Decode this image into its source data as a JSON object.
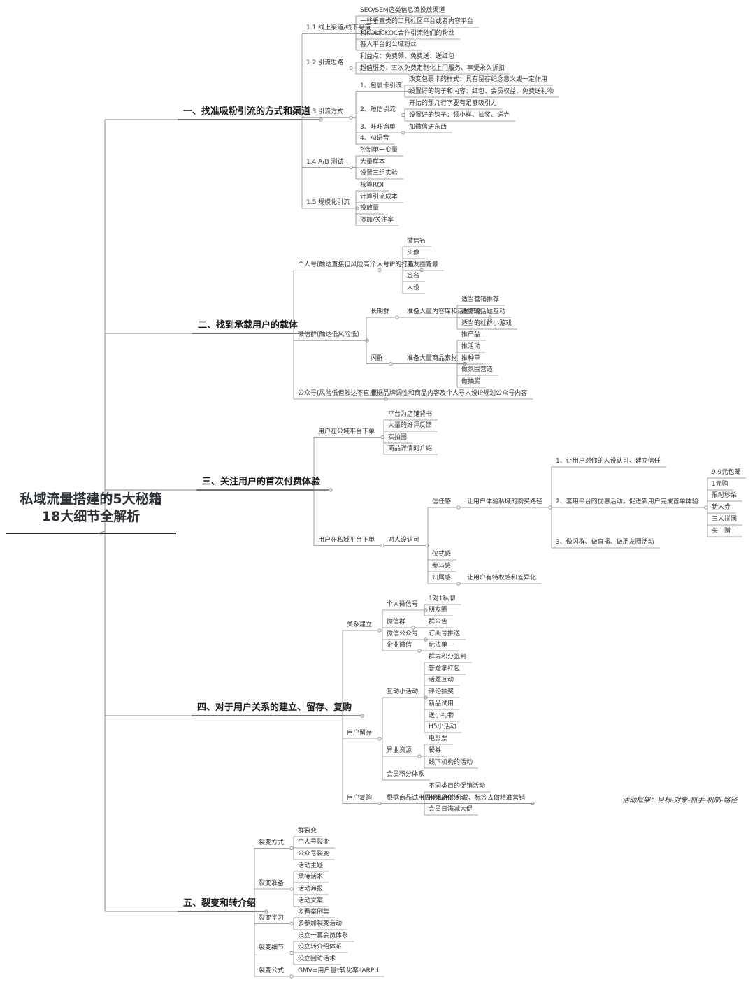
{
  "root": {
    "line1": "私域流量搭建的5大秘籍",
    "line2": "18大细节全解析"
  },
  "colors": {
    "line": "#8a8a8a",
    "underline": "#444444",
    "root_underline": "#2b2f36",
    "text": "#333333"
  },
  "note": "活动框架：目标-对象-抓手-机制-路径",
  "sections": [
    {
      "label": "一、找准吸粉引流的方式和渠道",
      "children": [
        {
          "label": "1.1 线上渠道/线下渠道",
          "children": [
            {
              "label": "SEO/SEM这类信息流投放渠道"
            },
            {
              "label": "一些垂直类的工具社区平台或者内容平台"
            },
            {
              "label": "和KOL和KOC合作引流他们的粉丝"
            },
            {
              "label": "各大平台的公域粉丝"
            }
          ]
        },
        {
          "label": "1.2 引流思路",
          "children": [
            {
              "label": "利益点：免费领、免费送、送红包"
            },
            {
              "label": "超值服务：五次免费定制化上门服务、享受永久折扣"
            }
          ]
        },
        {
          "label": "1.3 引流方式",
          "children": [
            {
              "label": "1、包裹卡引流",
              "children": [
                {
                  "label": "改变包裹卡的样式：具有留存纪念意义或一定作用"
                },
                {
                  "label": "设置好的钩子和内容：红包、会员权益、免费送礼物"
                }
              ]
            },
            {
              "label": "2、短信引流",
              "children": [
                {
                  "label": "开始的那几行字要有足够吸引力"
                },
                {
                  "label": "设置好的钩子：领小样、抽奖、送券"
                }
              ]
            },
            {
              "label": "3、旺旺询单",
              "children": [
                {
                  "label": "加微信送东西"
                }
              ]
            },
            {
              "label": "4、AI语音"
            }
          ]
        },
        {
          "label": "1.4 A/B 测试",
          "children": [
            {
              "label": "控制单一变量"
            },
            {
              "label": "大量样本"
            },
            {
              "label": "设置三组实验"
            }
          ]
        },
        {
          "label": "1.5 规模化引流",
          "children": [
            {
              "label": "核算ROI"
            },
            {
              "label": "计算引流成本"
            },
            {
              "label": "投放量"
            },
            {
              "label": "添加/关注率"
            }
          ]
        }
      ]
    },
    {
      "label": "二、找到承载用户的载体",
      "children": [
        {
          "label": "个人号(触达直接但风险高)",
          "children": [
            {
              "label": "个人号IP的打造",
              "children": [
                {
                  "label": "微信名"
                },
                {
                  "label": "头像"
                },
                {
                  "label": "朋友圈背景"
                },
                {
                  "label": "签名"
                },
                {
                  "label": "人设"
                }
              ]
            }
          ]
        },
        {
          "label": "微信群(触达低风险低)",
          "children": [
            {
              "label": "长期群",
              "children": [
                {
                  "label": "准备大量内容库和话题策划",
                  "children": [
                    {
                      "label": "适当营销推荐"
                    },
                    {
                      "label": "适当的话题互动"
                    },
                    {
                      "label": "适当的社群小游戏"
                    }
                  ]
                }
              ]
            },
            {
              "label": "闪群",
              "children": [
                {
                  "label": "准备大量商品素材",
                  "children": [
                    {
                      "label": "推产品"
                    },
                    {
                      "label": "推活动"
                    },
                    {
                      "label": "推种草"
                    },
                    {
                      "label": "做氛围营造"
                    },
                    {
                      "label": "做抽奖"
                    }
                  ]
                }
              ]
            }
          ]
        },
        {
          "label": "公众号(风险低但触达不直接)",
          "children": [
            {
              "label": "根据品牌调性和商品内容及个人号人设IP规划公众号内容"
            }
          ]
        }
      ]
    },
    {
      "label": "三、关注用户的首次付费体验",
      "children": [
        {
          "label": "用户在公域平台下单",
          "children": [
            {
              "label": "平台为店铺背书"
            },
            {
              "label": "大量的好评反馈"
            },
            {
              "label": "实拍图"
            },
            {
              "label": "商品详情的介绍"
            }
          ]
        },
        {
          "label": "用户在私域平台下单",
          "children": [
            {
              "label": "对人设认可",
              "children": [
                {
                  "label": "信任感",
                  "children": [
                    {
                      "label": "让用户体验私域的购买路径",
                      "children": [
                        {
                          "label": "1、让用户对你的人设认可，建立信任"
                        },
                        {
                          "label": "2、套用平台的优惠活动，促进新用户完成首单体验",
                          "children": [
                            {
                              "label": "9.9元包邮"
                            },
                            {
                              "label": "1元购"
                            },
                            {
                              "label": "限时秒杀"
                            },
                            {
                              "label": "新人券"
                            },
                            {
                              "label": "三人拼团"
                            },
                            {
                              "label": "买一赠一"
                            }
                          ]
                        },
                        {
                          "label": "3、做闪群、做直播、做朋友圈活动"
                        }
                      ]
                    }
                  ]
                },
                {
                  "label": "仪式感"
                },
                {
                  "label": "参与感"
                },
                {
                  "label": "归属感",
                  "children": [
                    {
                      "label": "让用户有特权感和差异化"
                    }
                  ]
                }
              ]
            }
          ]
        }
      ]
    },
    {
      "label": "四、对于用户关系的建立、留存、复购",
      "children": [
        {
          "label": "关系建立",
          "children": [
            {
              "label": "个人微信号",
              "children": [
                {
                  "label": "1对1私聊"
                },
                {
                  "label": "朋友圈"
                }
              ]
            },
            {
              "label": "微信群",
              "children": [
                {
                  "label": "群公告"
                }
              ]
            },
            {
              "label": "微信公众号",
              "children": [
                {
                  "label": "订阅号推送"
                }
              ]
            },
            {
              "label": "企业微信",
              "children": [
                {
                  "label": "玩法单一"
                }
              ]
            }
          ]
        },
        {
          "label": "用户留存",
          "children": [
            {
              "label": "互动小活动",
              "children": [
                {
                  "label": "群内积分签到"
                },
                {
                  "label": "答题拿红包"
                },
                {
                  "label": "话题互动"
                },
                {
                  "label": "评论抽奖"
                },
                {
                  "label": "新品试用"
                },
                {
                  "label": "送小礼物"
                },
                {
                  "label": "H5小活动"
                }
              ]
            },
            {
              "label": "异业资源",
              "children": [
                {
                  "label": "电影票"
                },
                {
                  "label": "餐券"
                },
                {
                  "label": "线下机构的活动"
                }
              ]
            },
            {
              "label": "会员积分体系"
            }
          ]
        },
        {
          "label": "用户复购",
          "children": [
            {
              "label": "根据商品试用周期和用户分成、标签去做精准营销",
              "children": [
                {
                  "label": "不同类目的促销活动"
                },
                {
                  "label": "用爆品做活动"
                },
                {
                  "label": "会员日满减大促"
                }
              ]
            }
          ]
        }
      ]
    },
    {
      "label": "五、裂变和转介绍",
      "children": [
        {
          "label": "裂变方式",
          "children": [
            {
              "label": "群裂变"
            },
            {
              "label": "个人号裂变"
            },
            {
              "label": "公众号裂变"
            }
          ]
        },
        {
          "label": "裂变准备",
          "children": [
            {
              "label": "活动主题"
            },
            {
              "label": "承接话术"
            },
            {
              "label": "活动海报"
            },
            {
              "label": "活动文案"
            }
          ]
        },
        {
          "label": "裂变学习",
          "children": [
            {
              "label": "多看案例集"
            },
            {
              "label": "多参加裂变活动"
            }
          ]
        },
        {
          "label": "裂变细节",
          "children": [
            {
              "label": "设立一套会员体系"
            },
            {
              "label": "设立转介绍体系"
            },
            {
              "label": "设立回访话术"
            }
          ]
        },
        {
          "label": "裂变公式",
          "children": [
            {
              "label": "GMV=用户量*转化率*ARPU"
            }
          ]
        }
      ]
    }
  ]
}
